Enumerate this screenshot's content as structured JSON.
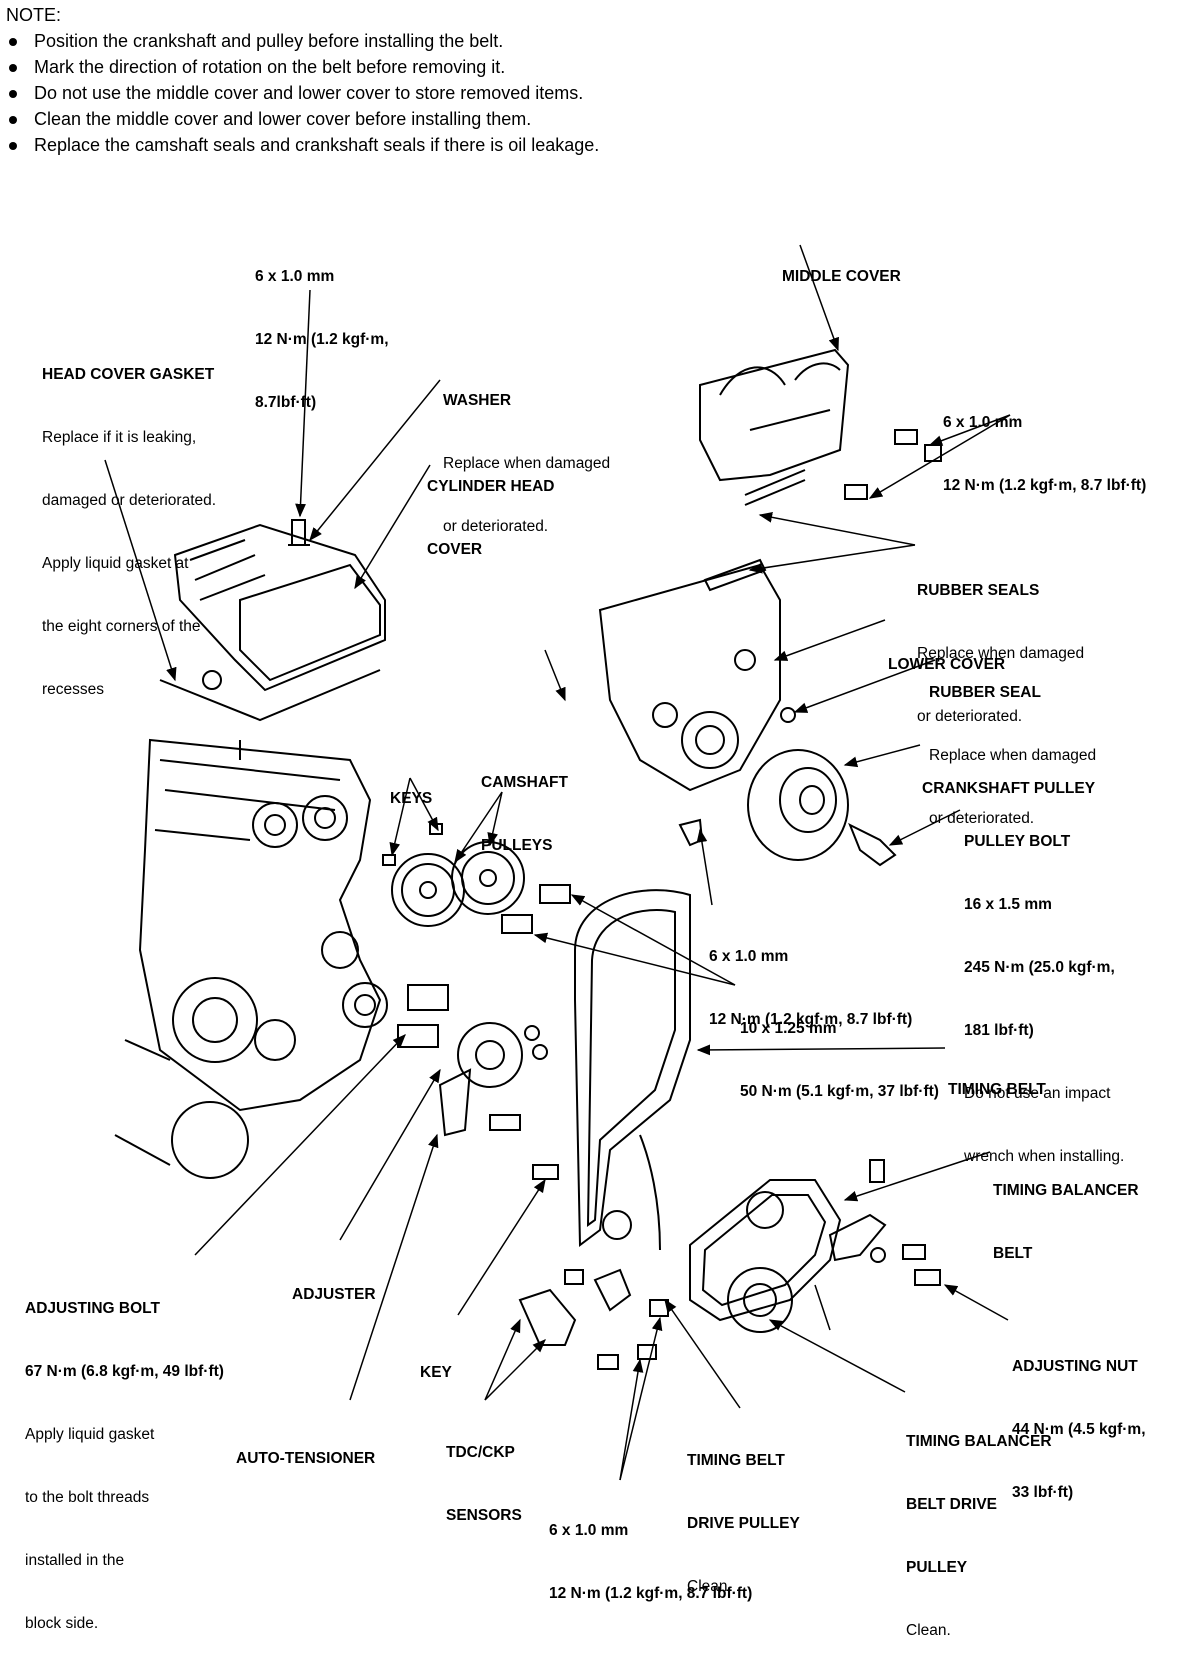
{
  "note": {
    "heading": "NOTE:",
    "bullets": [
      "Position the crankshaft and pulley before installing the belt.",
      "Mark the direction of rotation on the belt before removing it.",
      "Do not use the middle cover and lower cover to store removed items.",
      "Clean the middle cover and lower cover before installing them.",
      "Replace the camshaft seals and crankshaft seals if there is oil leakage."
    ]
  },
  "labels": {
    "head_bolt": {
      "lines": [
        "6 x 1.0 mm",
        "12 N·m (1.2 kgf·m,",
        "8.7lbf·ft)"
      ]
    },
    "middle_cover": {
      "title": "MIDDLE COVER"
    },
    "head_cover_gasket": {
      "title": "HEAD COVER GASKET",
      "lines": [
        "Replace if it is leaking,",
        "damaged or deteriorated.",
        "Apply liquid gasket at",
        "the eight corners of the",
        "recesses"
      ]
    },
    "washer": {
      "title": "WASHER",
      "lines": [
        "Replace when damaged",
        "or deteriorated."
      ]
    },
    "middle_cover_bolts": {
      "lines": [
        "6 x 1.0 mm",
        "12 N·m (1.2 kgf·m, 8.7 lbf·ft)"
      ]
    },
    "cylinder_head_cover": {
      "lines": [
        "CYLINDER HEAD",
        "COVER"
      ]
    },
    "rubber_seals": {
      "title": "RUBBER SEALS",
      "lines": [
        "Replace when damaged",
        "or deteriorated."
      ]
    },
    "lower_cover": {
      "title": "LOWER COVER"
    },
    "rubber_seal": {
      "title": "RUBBER SEAL",
      "lines": [
        "Replace when damaged",
        "or deteriorated."
      ]
    },
    "keys": {
      "title": "KEYS"
    },
    "camshaft_pulleys": {
      "lines": [
        "CAMSHAFT",
        "PULLEYS"
      ]
    },
    "crankshaft_pulley": {
      "title": "CRANKSHAFT PULLEY"
    },
    "pulley_bolt": {
      "title": "PULLEY BOLT",
      "spec": [
        "16 x 1.5 mm",
        "245 N·m (25.0 kgf·m,",
        "181 lbf·ft)"
      ],
      "lines": [
        "Do not use an impact",
        "wrench when installing."
      ]
    },
    "lower_cover_bolt": {
      "lines": [
        "6 x 1.0 mm",
        "12 N·m (1.2 kgf·m, 8.7 lbf·ft)"
      ]
    },
    "camshaft_bolts": {
      "lines": [
        "10 x 1.25 mm",
        "50 N·m (5.1 kgf·m, 37 lbf·ft)"
      ]
    },
    "timing_belt": {
      "title": "TIMING BELT"
    },
    "timing_balancer_belt": {
      "lines": [
        "TIMING BALANCER",
        "BELT"
      ]
    },
    "adjusting_bolt": {
      "title": "ADJUSTING BOLT",
      "spec": [
        "67 N·m (6.8 kgf·m, 49 lbf·ft)"
      ],
      "lines": [
        "Apply liquid gasket",
        "to the bolt threads",
        "installed in the",
        "block side."
      ]
    },
    "adjuster": {
      "title": "ADJUSTER"
    },
    "key": {
      "title": "KEY"
    },
    "adjusting_nut": {
      "title": "ADJUSTING NUT",
      "spec": [
        "44 N·m (4.5 kgf·m,",
        "33 lbf·ft)"
      ]
    },
    "auto_tensioner": {
      "title": "AUTO-TENSIONER"
    },
    "tdc_ckp_sensors": {
      "lines": [
        "TDC/CKP",
        "SENSORS"
      ]
    },
    "timing_belt_drive_pulley": {
      "lines": [
        "TIMING BELT",
        "DRIVE PULLEY"
      ],
      "note": "Clean."
    },
    "timing_balancer_belt_drive_pulley": {
      "lines": [
        "TIMING BALANCER",
        "BELT DRIVE",
        "PULLEY"
      ],
      "note": "Clean."
    },
    "sensor_bolts": {
      "lines": [
        "6 x 1.0 mm",
        "12 N·m (1.2 kgf·m, 8.7 lbf·ft)"
      ]
    }
  }
}
